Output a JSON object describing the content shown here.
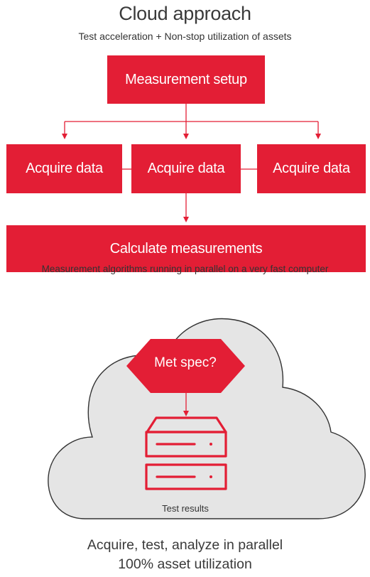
{
  "title": "Cloud approach",
  "subtitle": "Test acceleration + Non-stop utilization of assets",
  "setup_box": "Measurement setup",
  "acquire_boxes": [
    "Acquire data",
    "Acquire data",
    "Acquire data"
  ],
  "calculate_box": "Calculate measurements",
  "calculate_caption": "Measurement algorithms running in parallel on a very fast computer",
  "decision_label": "Met spec?",
  "results_label": "Test results",
  "footer": {
    "line1": "Acquire, test, analyze in parallel",
    "line2": "100% asset utilization"
  },
  "colors": {
    "accent_red": "#e31e35",
    "cloud_fill": "#e5e5e5",
    "cloud_stroke": "#333333"
  },
  "icons": {
    "decision": "hexagon-decision-icon",
    "results": "server-stack-icon"
  }
}
